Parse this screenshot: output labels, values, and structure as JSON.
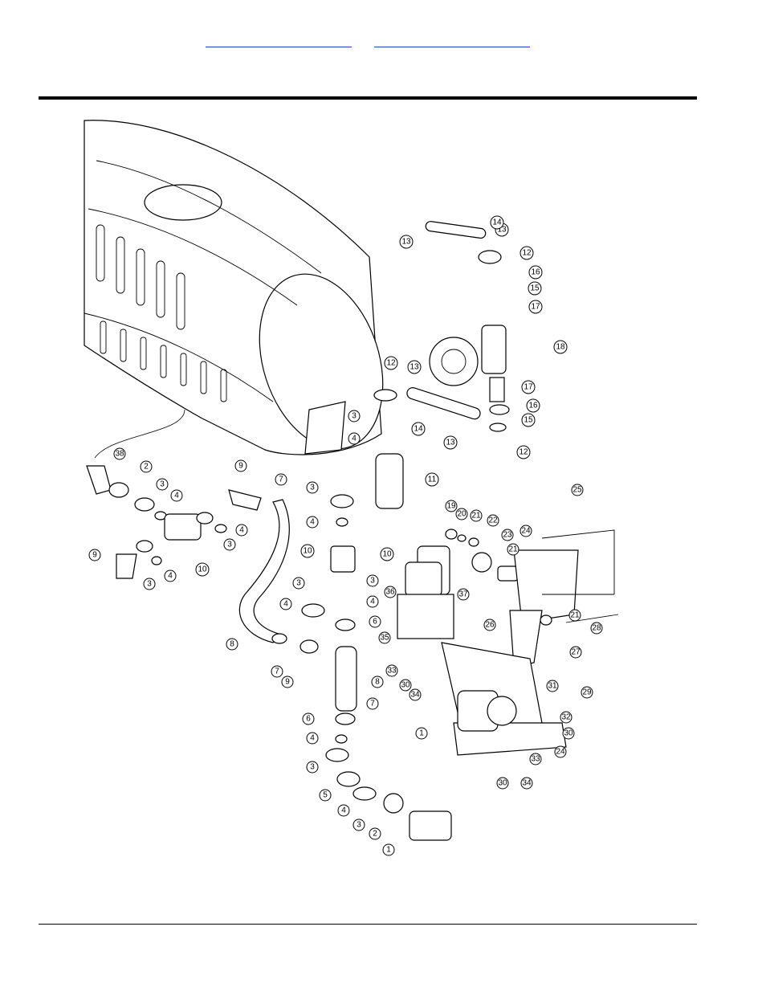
{
  "header": {
    "link_left": "",
    "link_right": ""
  },
  "diagram": {
    "callouts": [
      "1",
      "2",
      "3",
      "4",
      "5",
      "6",
      "7",
      "8",
      "9",
      "10",
      "11",
      "12",
      "13",
      "14",
      "15",
      "16",
      "17",
      "18",
      "19",
      "20",
      "21",
      "22",
      "23",
      "24",
      "25",
      "26",
      "27",
      "28",
      "29",
      "30",
      "31",
      "32",
      "33",
      "34",
      "35",
      "36",
      "37",
      "38"
    ]
  }
}
